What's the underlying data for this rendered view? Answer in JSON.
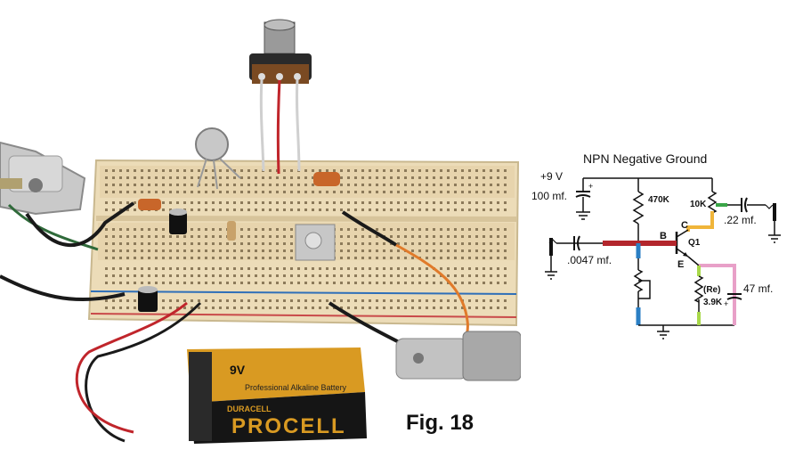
{
  "photo": {
    "battery": {
      "voltage": "9V",
      "brand": "PROCELL",
      "sub_brand": "DURACELL",
      "subtitle": "Professional Alkaline Battery"
    }
  },
  "schematic": {
    "title": "NPN Negative Ground",
    "supply_label": "+9 V",
    "cap_supply": "100 mf.",
    "r_bias": "470K",
    "pot": "10K",
    "cap_output": ".22 mf.",
    "cap_input": ".0047 mf.",
    "base_label": "B",
    "collector_label": "C",
    "emitter_label": "E",
    "transistor_label": "Q1",
    "re_label": "(Re)",
    "re_value": "3.9K",
    "cap_emitter": "47 mf."
  },
  "caption": "Fig. 18",
  "colors": {
    "breadboard": "#ecdcb8",
    "battery_gold": "#d99a22",
    "battery_black": "#151515",
    "wire_red": "#c0252b",
    "wire_orange": "#e07a2a",
    "hl_red": "#b3262c",
    "hl_blue": "#2b7fc4",
    "hl_orange": "#f0b53a",
    "hl_green": "#3aa547",
    "hl_pink": "#e8a0c8",
    "hl_lime": "#a8d84a"
  }
}
